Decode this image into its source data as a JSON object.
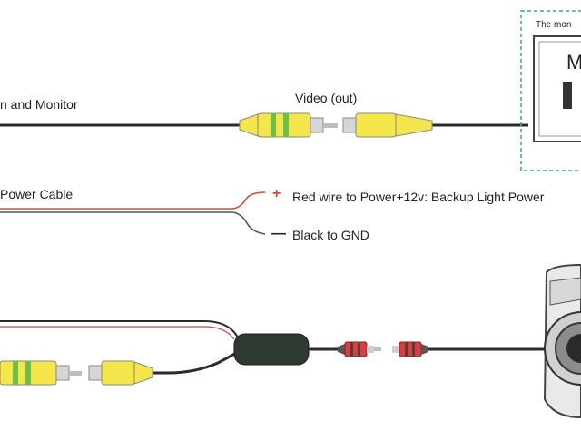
{
  "labels": {
    "camera_monitor": "n and Monitor",
    "video_out": "Video (out)",
    "power_cable": "Power Cable",
    "red_wire": "Red wire to Power+12v: Backup Light Power",
    "black_wire": "Black to GND",
    "plus_sign": "+",
    "minus_sign": "—",
    "monitor_box_title": "The mon",
    "monitor_screen_letter": "M"
  },
  "colors": {
    "wire": "#2b2b2b",
    "yellow_connector": "#f4e64a",
    "green_band": "#6cc04a",
    "red_connector": "#e23a3a",
    "dashed_border": "#3aa89a",
    "camera_body": "#e9e9e9"
  }
}
